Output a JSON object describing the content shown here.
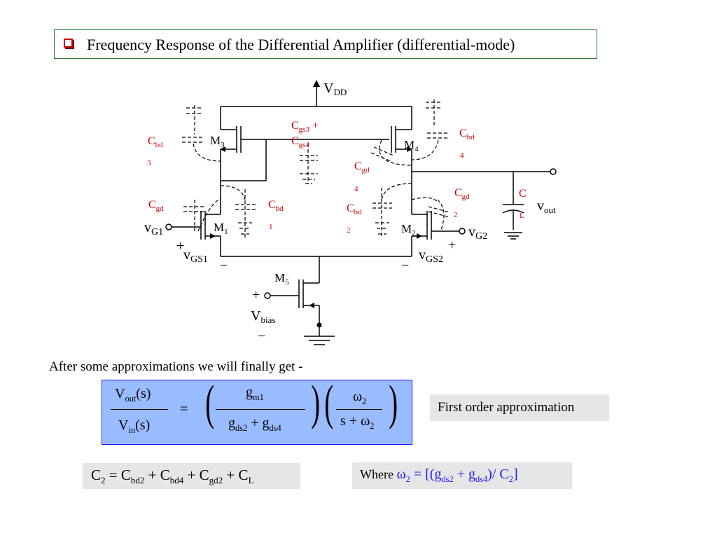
{
  "title": "Frequency Response of the Differential Amplifier (differential-mode)",
  "circuit": {
    "vdd": {
      "main": "V",
      "sub": "DD"
    },
    "vout": {
      "main": "v",
      "sub": "out"
    },
    "vg1": {
      "main": "v",
      "sub": "G1"
    },
    "vg2": {
      "main": "v",
      "sub": "G2"
    },
    "vgs1": {
      "main": "v",
      "sub": "GS1"
    },
    "vgs2": {
      "main": "v",
      "sub": "GS2"
    },
    "vbias": {
      "main": "V",
      "sub": "bias"
    },
    "plus": "+",
    "minus": "−",
    "transistors": {
      "m1": {
        "main": "M",
        "sub": "1"
      },
      "m2": {
        "main": "M",
        "sub": "2"
      },
      "m3": {
        "main": "M",
        "sub": "3"
      },
      "m4": {
        "main": "M",
        "sub": "4"
      },
      "m5": {
        "main": "M",
        "sub": "5"
      }
    },
    "caps": {
      "cbd3": {
        "main": "C",
        "sub": "bd",
        "idx": "3"
      },
      "cbd4": {
        "main": "C",
        "sub": "bd",
        "idx": "4"
      },
      "cgs34": {
        "line1": "C",
        "sub1": "gs3",
        "plus": " +",
        "line2": "C",
        "sub2": "gs4"
      },
      "cgd4": {
        "main": "C",
        "sub": "gd",
        "idx": "4"
      },
      "cgd1": {
        "main": "C",
        "sub": "gd"
      },
      "cbd1": {
        "main": "C",
        "sub": "bd",
        "idx": "1"
      },
      "cbd2": {
        "main": "C",
        "sub": "bd",
        "idx": "2"
      },
      "cgd2": {
        "main": "C",
        "sub": "gd",
        "idx": "2"
      },
      "cl": {
        "main": "C",
        "sub": "L"
      }
    }
  },
  "intro": "After some approximations we will finally get -",
  "equation": {
    "lhs_num": {
      "main": "V",
      "sub": "out",
      "rest": "(s)"
    },
    "lhs_den": {
      "main": "V",
      "sub": "in",
      "rest": "(s)"
    },
    "equals": "=",
    "f1_num": {
      "main": "g",
      "sub": "m1"
    },
    "f1_den": {
      "a": "g",
      "asub": "ds2",
      "plus": " + ",
      "b": "g",
      "bsub": "ds4"
    },
    "f2_num": {
      "main": "ω",
      "sub": "2"
    },
    "f2_den": {
      "a": "s + ω",
      "asub": "2"
    }
  },
  "note": "First order approximation",
  "c2_eq": {
    "lhs": "C",
    "lhs_sub": "2",
    "eq": " = ",
    "t1": "C",
    "t1_sub": "bd2",
    "t2": " + C",
    "t2_sub": "bd4",
    "t3": " + C",
    "t3_sub": "gd2",
    "t4": " + C",
    "t4_sub": "L"
  },
  "where_eq": {
    "where": "Where ",
    "w": "ω",
    "w_sub": "2",
    "eq": " = [(g",
    "g1_sub": "ds2",
    "plus": " + g",
    "g2_sub": "ds4",
    "end": ")/ C",
    "c_sub": "2",
    "close": "]"
  },
  "colors": {
    "cap_label": "#cc0000",
    "accent_blue": "#1a1aff",
    "eq_box": "#99bbff",
    "title_border": "#2e7d32"
  }
}
